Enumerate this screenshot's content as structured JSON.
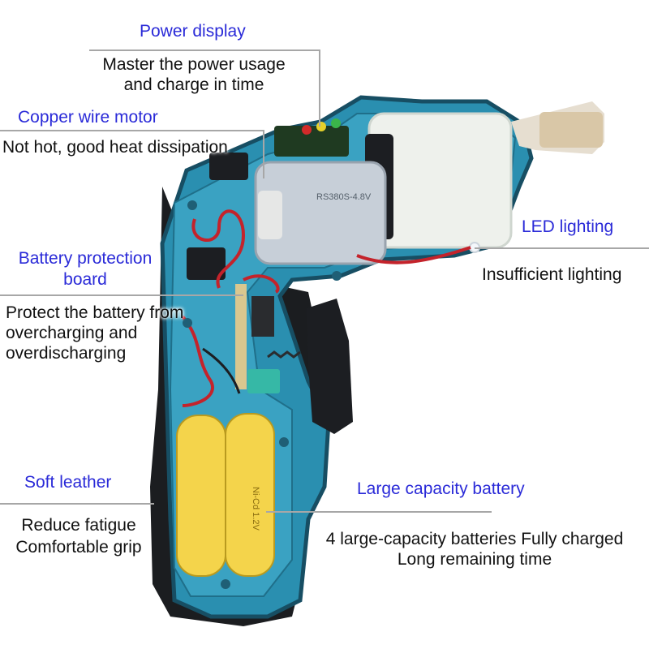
{
  "colors": {
    "title_text": "#2a2ad8",
    "desc_text": "#111111",
    "tool_body": "#2a8fb0",
    "tool_dark": "#1a6f8c",
    "background": "#ffffff"
  },
  "callouts": {
    "power_display": {
      "title": "Power display",
      "lines": [
        "Master the power usage",
        "and charge in time"
      ]
    },
    "copper_motor": {
      "title": "Copper wire motor",
      "lines": [
        "Not hot, good heat dissipation"
      ]
    },
    "led_lighting": {
      "title": "LED lighting",
      "lines": [
        "Insufficient lighting"
      ]
    },
    "battery_protection": {
      "title_lines": [
        "Battery protection",
        "board"
      ],
      "lines": [
        "Protect the battery from",
        "overcharging and",
        "overdischarging"
      ]
    },
    "soft_leather": {
      "title": "Soft leather",
      "lines": [
        "Reduce fatigue",
        "Comfortable grip"
      ]
    },
    "large_battery": {
      "title": "Large capacity battery",
      "lines": [
        "4 large-capacity batteries Fully charged",
        "Long remaining time"
      ]
    }
  },
  "motor_label": "RS380S-4.8V",
  "battery_label": "Ni-Cd 1.2V"
}
